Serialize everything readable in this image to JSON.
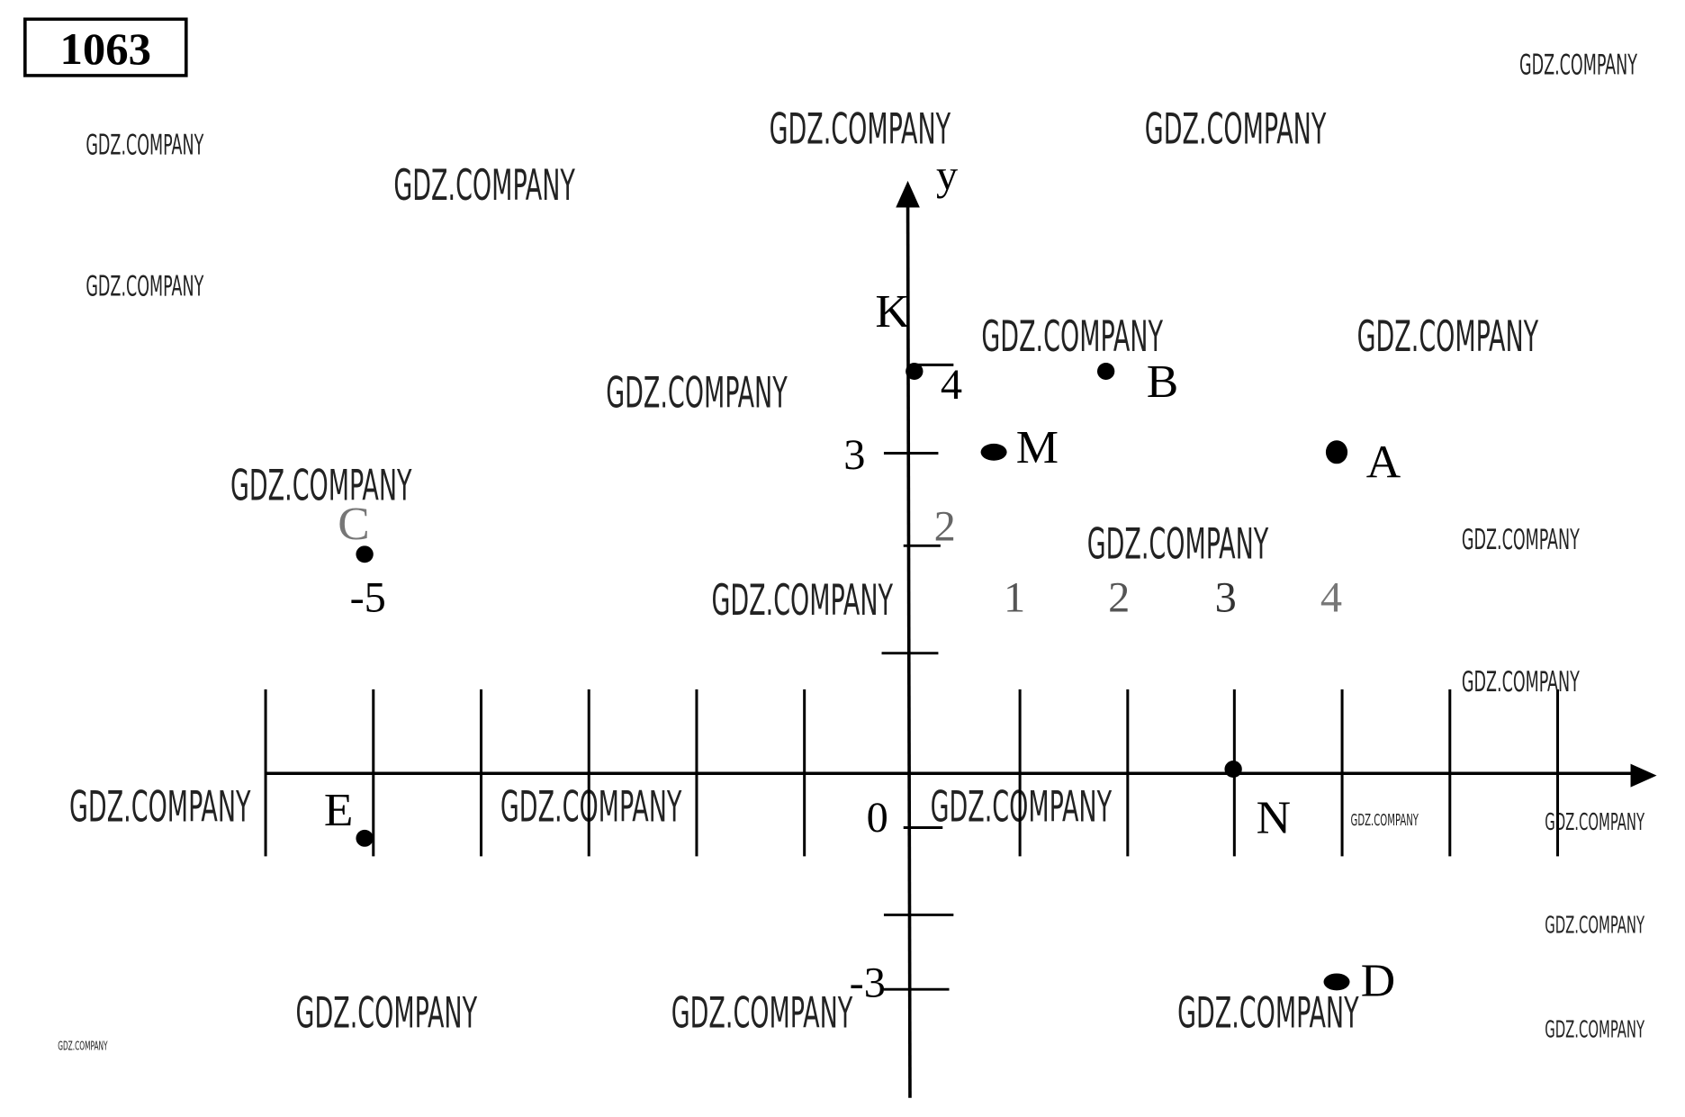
{
  "problem_number": "1063",
  "watermark": "GDZ.COMPANY",
  "chart_data": {
    "type": "scatter",
    "title": "",
    "xlabel": "",
    "ylabel": "y",
    "origin_label": "0",
    "x_tick_labels": [
      "-5",
      "1",
      "2",
      "3",
      "4"
    ],
    "y_tick_labels": [
      "4",
      "3",
      "2",
      "-3"
    ],
    "grid": false,
    "points": [
      {
        "label": "K",
        "x": 0,
        "y": 4
      },
      {
        "label": "B",
        "x": 2,
        "y": 4
      },
      {
        "label": "M",
        "x": 1,
        "y": 3
      },
      {
        "label": "A",
        "x": 4,
        "y": 3
      },
      {
        "label": "C",
        "x": -5,
        "y": 2
      },
      {
        "label": "E",
        "x": -5,
        "y": -1
      },
      {
        "label": "N",
        "x": 3,
        "y": 0
      },
      {
        "label": "D",
        "x": 4,
        "y": -3
      }
    ]
  }
}
